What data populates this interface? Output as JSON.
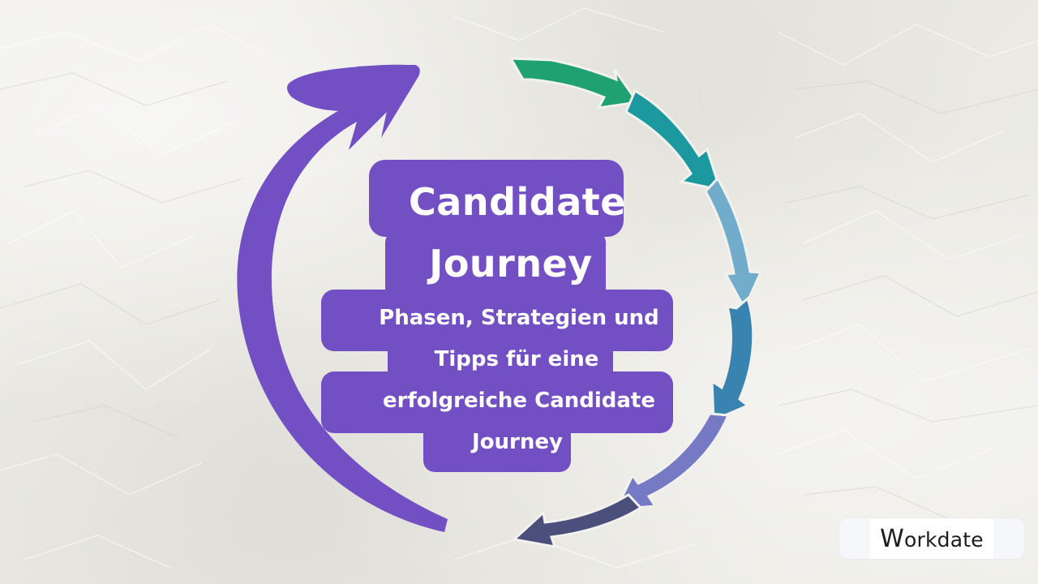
{
  "title": {
    "main_line1": "Candidate",
    "main_line2": "Journey",
    "sub_line1": "Phasen, Strategien und",
    "sub_line2": "Tipps für eine",
    "sub_line3": "erfolgreiche Candidate",
    "sub_line4": "Journey"
  },
  "logo": {
    "first_letter": "W",
    "rest": "orkdate",
    "full": "Workdate"
  },
  "colors": {
    "background": "#ecebe6",
    "title_box": "#734fc4",
    "big_arrow": "#734fc4",
    "arrow_1": "#1fa174",
    "arrow_2": "#1b999f",
    "arrow_3": "#72accb",
    "arrow_4": "#3983b1",
    "arrow_5": "#7679c3",
    "arrow_6": "#4a4f7c",
    "text": "#ffffff"
  },
  "diagram": {
    "type": "cycle",
    "segments": [
      {
        "name": "segment-1",
        "color": "#1fa174"
      },
      {
        "name": "segment-2",
        "color": "#1b999f"
      },
      {
        "name": "segment-3",
        "color": "#72accb"
      },
      {
        "name": "segment-4",
        "color": "#3983b1"
      },
      {
        "name": "segment-5",
        "color": "#7679c3"
      },
      {
        "name": "segment-6",
        "color": "#4a4f7c"
      }
    ],
    "return_arrow_color": "#734fc4"
  }
}
